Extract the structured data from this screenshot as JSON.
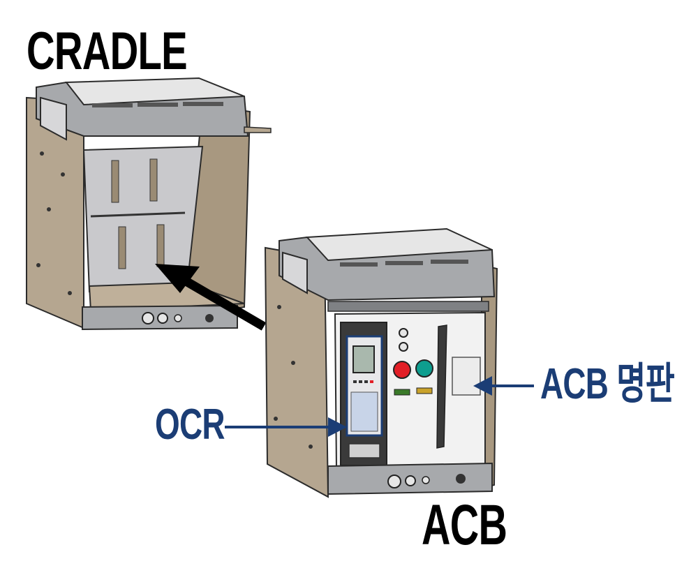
{
  "labels": {
    "cradle": "CRADLE",
    "acb": "ACB",
    "ocr": "OCR",
    "nameplate": "ACB 명판"
  },
  "colors": {
    "label_dark": "#000000",
    "label_blue": "#1b3d75",
    "frame_tan": "#b5a690",
    "frame_tan_dark": "#9a8b74",
    "housing_gray": "#a7a9ac",
    "housing_light": "#e6e6e6",
    "panel_white": "#f2f2f2",
    "lcd_green": "#a9b8ad",
    "button_red": "#e21e26",
    "button_green": "#0e9e8f",
    "arrow_black": "#000000",
    "outline_blue": "#1b3d75"
  },
  "icons": {
    "insert_arrow": "arrow-icon",
    "ocr_pointer": "arrow-icon",
    "nameplate_pointer": "arrow-icon"
  }
}
